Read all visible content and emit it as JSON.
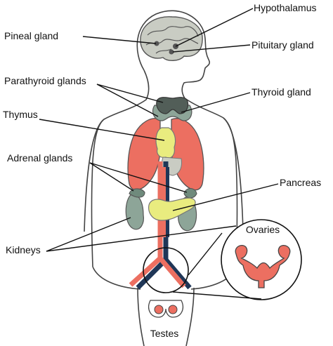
{
  "labels": {
    "hypothalamus": "Hypothalamus",
    "pineal_gland": "Pineal gland",
    "pituitary_gland": "Pituitary gland",
    "parathyroid_glands": "Parathyroid glands",
    "thyroid_gland": "Thyroid gland",
    "thymus": "Thymus",
    "adrenal_glands": "Adrenal glands",
    "pancreas": "Pancreas",
    "ovaries": "Ovaries",
    "kidneys": "Kidneys",
    "testes": "Testes"
  },
  "colors": {
    "brain": "#c9ccc3",
    "lung": "#ec6f61",
    "thyroid": "#525e58",
    "parathyroid": "#8da598",
    "thymus": "#e9ec7f",
    "kidney": "#8da598",
    "adrenal": "#6f8a7c",
    "pancreas": "#e9ec7f",
    "vein": "#1f3657",
    "artery": "#ec6f61",
    "outline": "#444444"
  }
}
